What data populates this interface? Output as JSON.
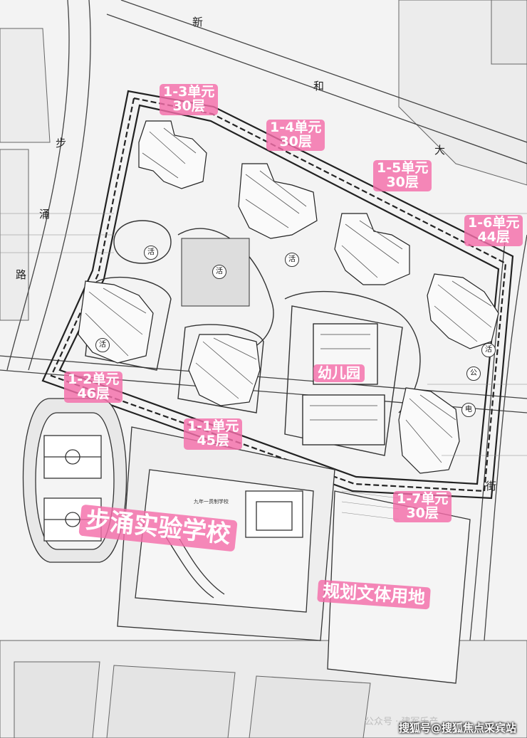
{
  "units": [
    {
      "name": "1-1单元",
      "floors": "45层"
    },
    {
      "name": "1-2单元",
      "floors": "46层"
    },
    {
      "name": "1-3单元",
      "floors": "30层"
    },
    {
      "name": "1-4单元",
      "floors": "30层"
    },
    {
      "name": "1-5单元",
      "floors": "30层"
    },
    {
      "name": "1-6单元",
      "floors": "44层"
    },
    {
      "name": "1-7单元",
      "floors": "30层"
    }
  ],
  "kindergarten": "幼儿园",
  "school": "步涌实验学校",
  "planned_land": "规划文体用地",
  "school_plan_text": "九年一贯制学校",
  "roads": {
    "north": [
      "新",
      "和",
      "大"
    ],
    "west": [
      "步",
      "涌",
      "路"
    ],
    "east": [
      "街"
    ]
  },
  "markers": [
    "活",
    "活",
    "活",
    "活",
    "公",
    "电",
    "活"
  ],
  "watermark": "公众号 · 建军乐产",
  "credit": "搜狐号@搜狐焦点采宾站",
  "colors": {
    "label_pink": "#f46eaa",
    "line": "#222222",
    "background": "#f3f3f3"
  }
}
